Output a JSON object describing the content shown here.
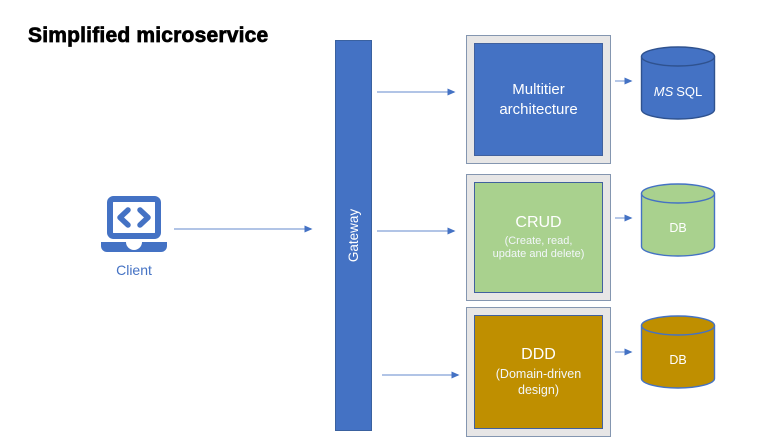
{
  "title": "Simplified microservice",
  "client": {
    "label": "Client"
  },
  "gateway": {
    "label": "Gateway",
    "fill": "#4472C4"
  },
  "services": [
    {
      "name": "Multitier architecture",
      "fill": "#4472C4"
    },
    {
      "name": "CRUD",
      "subtitle": "(Create, read, update and delete)",
      "fill": "#A9D18E"
    },
    {
      "name": "DDD",
      "subtitle": "(Domain-driven design)",
      "fill": "#BF8F00"
    }
  ],
  "databases": [
    {
      "label_prefix": "MS",
      "label": "SQL",
      "fill": "#4472C4"
    },
    {
      "label": "DB",
      "fill": "#A9D18E"
    },
    {
      "label": "DB",
      "fill": "#BF8F00"
    }
  ],
  "palette": {
    "accent_blue": "#4472C4",
    "green": "#A9D18E",
    "gold": "#BF8F00",
    "frame_gray": "#E7E6E6",
    "arrow_line": "#97B1DE",
    "arrow_head": "#4472C4"
  }
}
